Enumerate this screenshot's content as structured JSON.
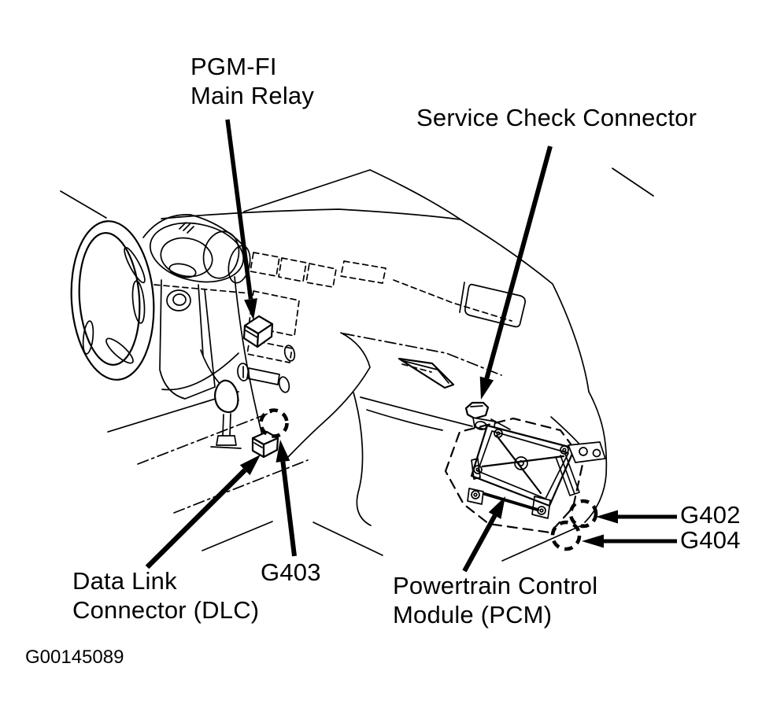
{
  "figure": {
    "code": "G00145089"
  },
  "colors": {
    "line": "#000000",
    "background": "#ffffff"
  },
  "callouts": [
    {
      "name": "pgm-fi-main-relay",
      "text": "PGM-FI\nMain Relay"
    },
    {
      "name": "service-check-connector",
      "text": "Service Check Connector"
    },
    {
      "name": "data-link-connector-dlc",
      "text": "Data Link\nConnector (DLC)"
    },
    {
      "name": "g403",
      "text": "G403"
    },
    {
      "name": "powertrain-control-module-pcm",
      "text": "Powertrain Control\nModule (PCM)"
    },
    {
      "name": "g402",
      "text": "G402"
    },
    {
      "name": "g404",
      "text": "G404"
    }
  ]
}
